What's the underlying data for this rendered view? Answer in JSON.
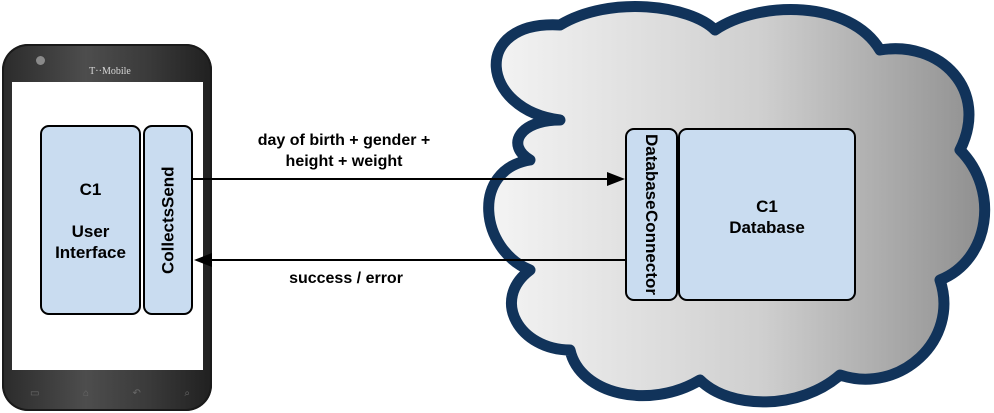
{
  "phone": {
    "carrier": "T··Mobile"
  },
  "client": {
    "ui_box": {
      "line1": "C1",
      "line2": "User",
      "line3": "Interface"
    },
    "collect_send_box": {
      "line1": "Collects",
      "line2": "Send"
    }
  },
  "server": {
    "connector_box": {
      "line1": "Database",
      "line2": "Connector"
    },
    "database_box": {
      "line1": "C1",
      "line2": "Database"
    }
  },
  "arrows": {
    "request": {
      "line1": "day of birth + gender +",
      "line2": "height + weight"
    },
    "response": {
      "label": "success / error"
    }
  },
  "colors": {
    "box_fill": "#c9dcf0",
    "cloud_outline": "#11335a",
    "cloud_fill_light": "#f2f2f2",
    "cloud_fill_dark": "#8c8c8c"
  }
}
